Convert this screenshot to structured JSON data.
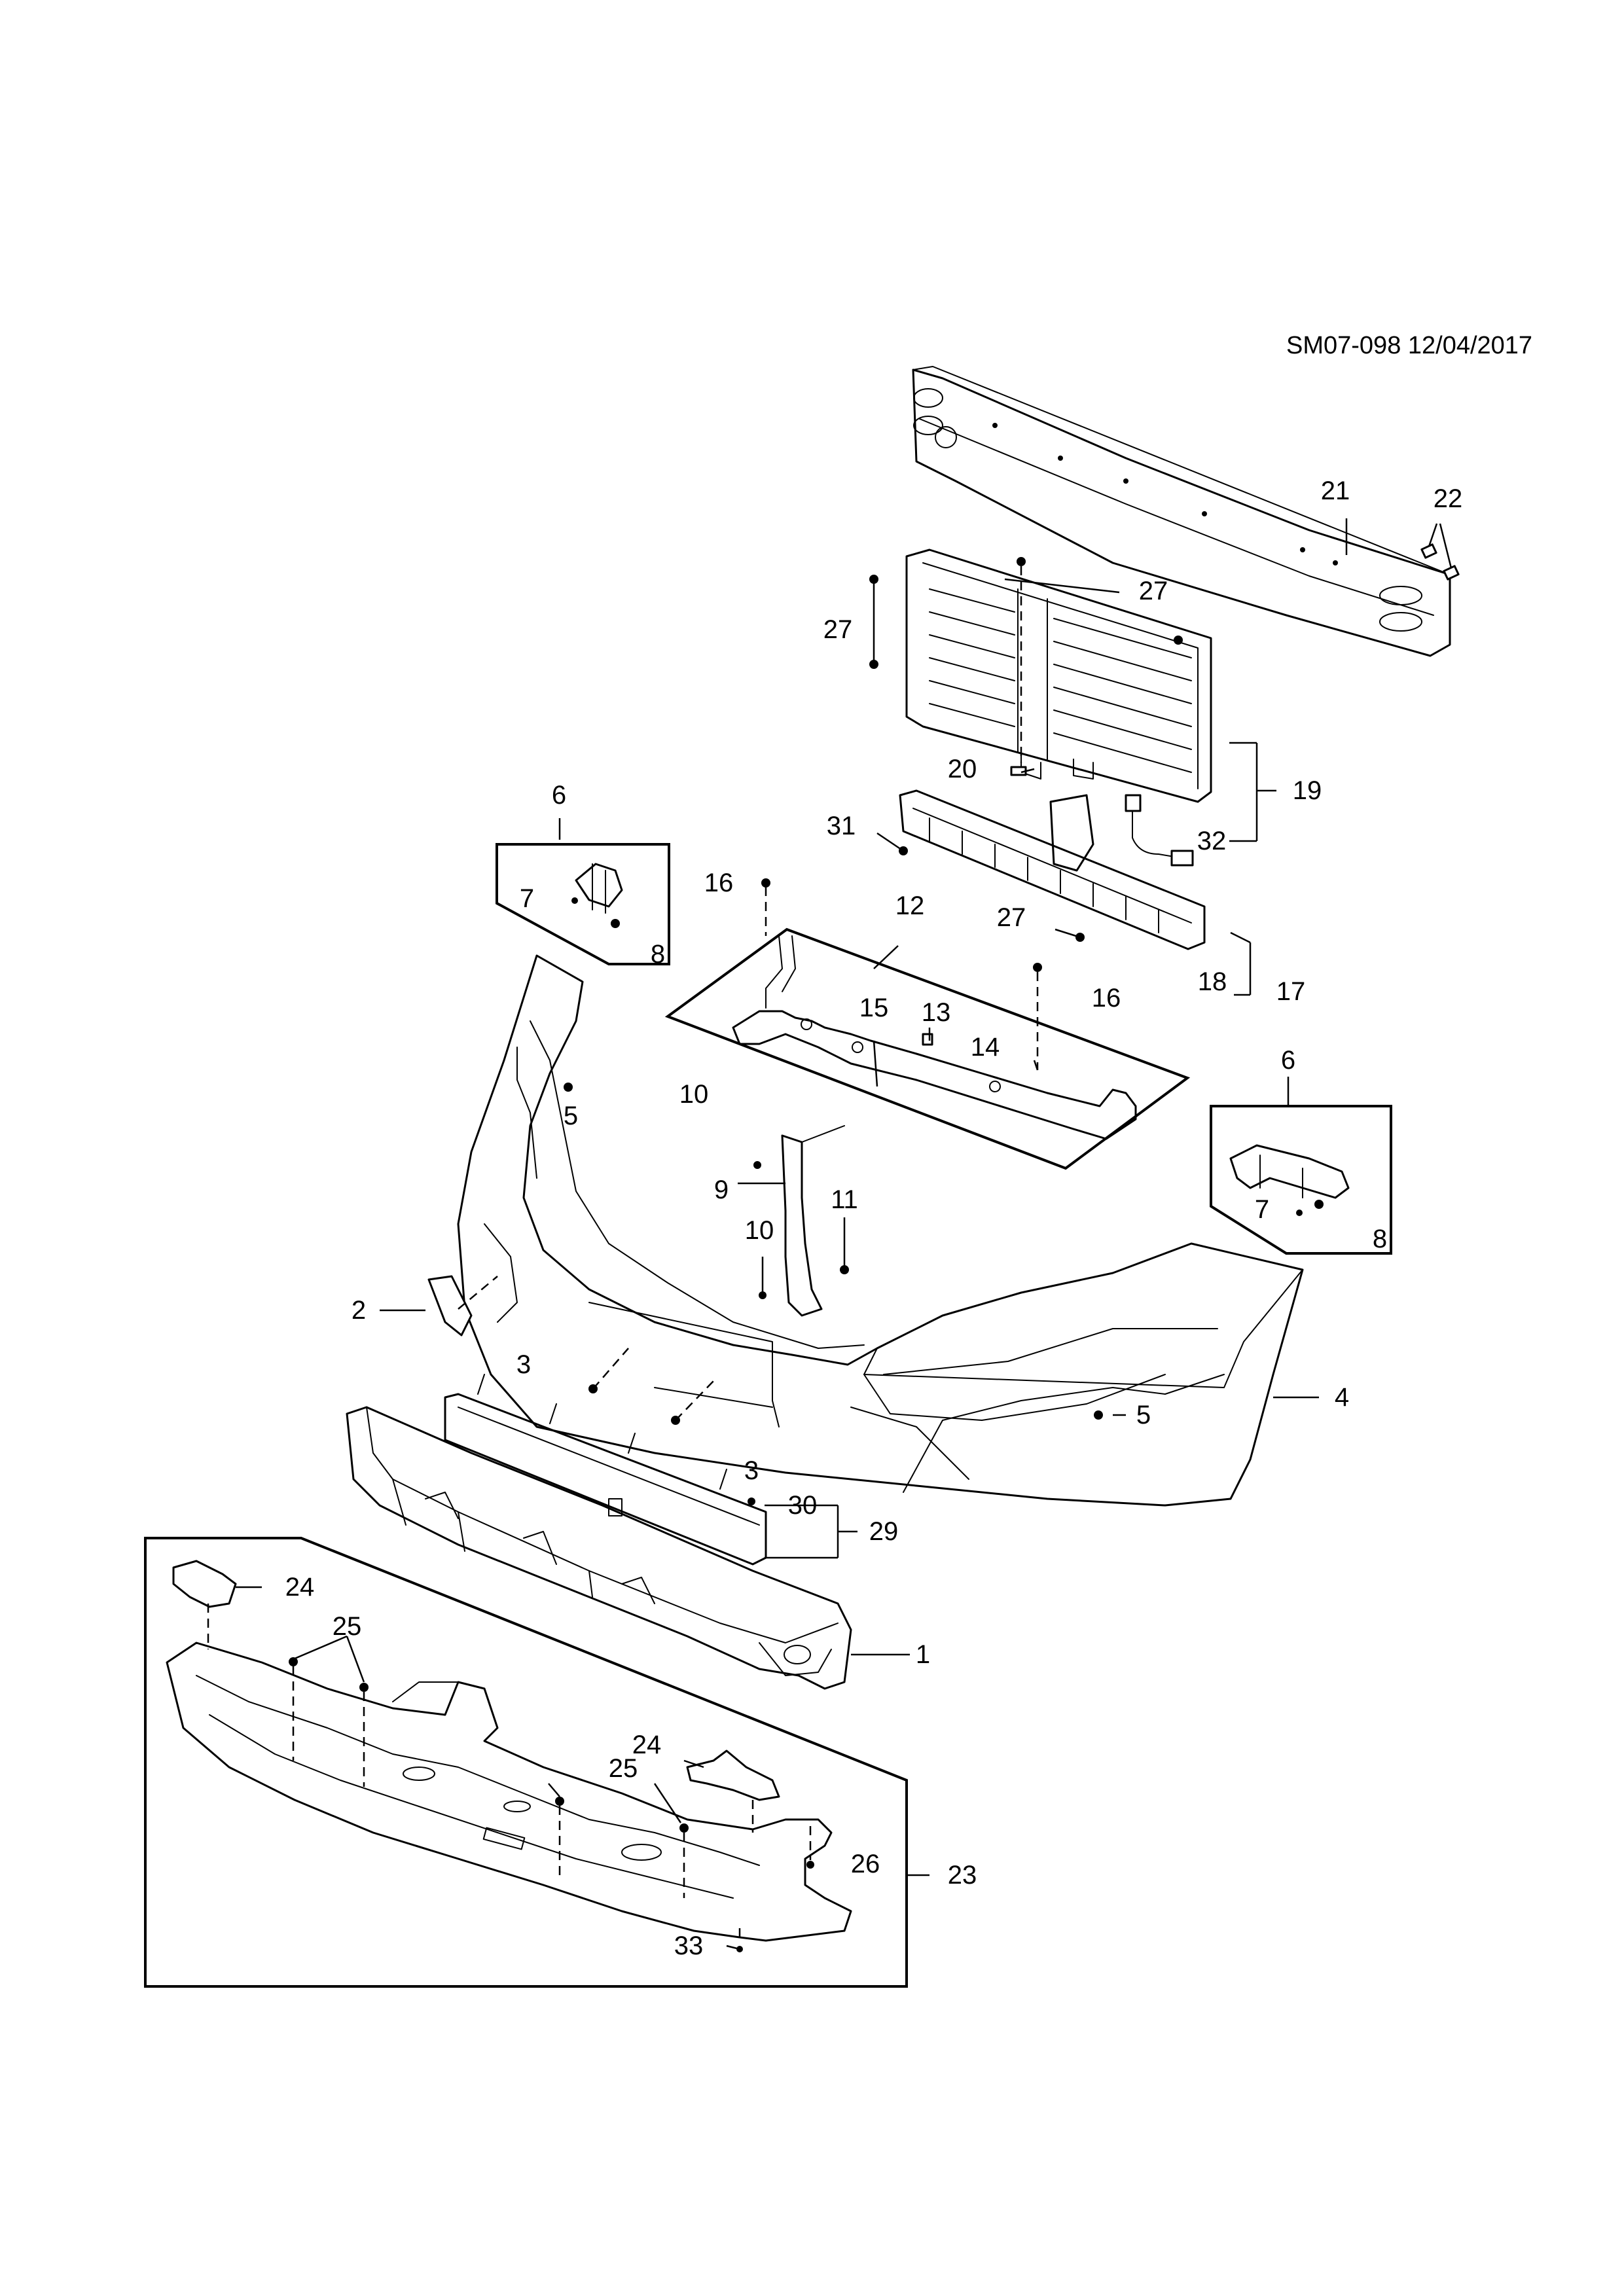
{
  "diagram": {
    "reference": "SM07-098 12/04/2017",
    "callouts": [
      {
        "id": "c1",
        "label": "1"
      },
      {
        "id": "c2",
        "label": "2"
      },
      {
        "id": "c3a",
        "label": "3"
      },
      {
        "id": "c3b",
        "label": "3"
      },
      {
        "id": "c4",
        "label": "4"
      },
      {
        "id": "c5a",
        "label": "5"
      },
      {
        "id": "c5b",
        "label": "5"
      },
      {
        "id": "c6a",
        "label": "6"
      },
      {
        "id": "c6b",
        "label": "6"
      },
      {
        "id": "c7a",
        "label": "7"
      },
      {
        "id": "c7b",
        "label": "7"
      },
      {
        "id": "c8a",
        "label": "8"
      },
      {
        "id": "c8b",
        "label": "8"
      },
      {
        "id": "c9",
        "label": "9"
      },
      {
        "id": "c10a",
        "label": "10"
      },
      {
        "id": "c10b",
        "label": "10"
      },
      {
        "id": "c11",
        "label": "11"
      },
      {
        "id": "c12",
        "label": "12"
      },
      {
        "id": "c13",
        "label": "13"
      },
      {
        "id": "c14",
        "label": "14"
      },
      {
        "id": "c15",
        "label": "15"
      },
      {
        "id": "c16a",
        "label": "16"
      },
      {
        "id": "c16b",
        "label": "16"
      },
      {
        "id": "c17",
        "label": "17"
      },
      {
        "id": "c18",
        "label": "18"
      },
      {
        "id": "c19",
        "label": "19"
      },
      {
        "id": "c20",
        "label": "20"
      },
      {
        "id": "c21",
        "label": "21"
      },
      {
        "id": "c22",
        "label": "22"
      },
      {
        "id": "c23",
        "label": "23"
      },
      {
        "id": "c24a",
        "label": "24"
      },
      {
        "id": "c24b",
        "label": "24"
      },
      {
        "id": "c25a",
        "label": "25"
      },
      {
        "id": "c25b",
        "label": "25"
      },
      {
        "id": "c26",
        "label": "26"
      },
      {
        "id": "c27a",
        "label": "27"
      },
      {
        "id": "c27b",
        "label": "27"
      },
      {
        "id": "c27c",
        "label": "27"
      },
      {
        "id": "c29",
        "label": "29"
      },
      {
        "id": "c30",
        "label": "30"
      },
      {
        "id": "c31",
        "label": "31"
      },
      {
        "id": "c32",
        "label": "32"
      },
      {
        "id": "c33",
        "label": "33"
      }
    ]
  }
}
